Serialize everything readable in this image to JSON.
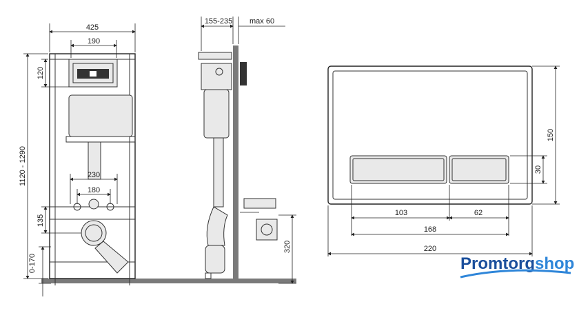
{
  "front_view": {
    "width_label": "425",
    "panel_width_label": "190",
    "height_label": "1120 - 1290",
    "top_offset_label": "120",
    "pipe_spacing_label": "230",
    "bolt_spacing_label": "180",
    "drain_height_label": "135",
    "leg_adjust_label": "0-170"
  },
  "side_view": {
    "depth_label": "155-235",
    "wall_label": "max 60",
    "outlet_height_label": "320"
  },
  "flush_plate": {
    "height_label": "150",
    "button_height_label": "30",
    "left_button_label": "103",
    "right_button_label": "62",
    "buttons_width_label": "168",
    "plate_width_label": "220"
  },
  "logo": {
    "brand_part1": "Promtorg",
    "brand_part2": "shop",
    "colors": {
      "primary": "#1b4f9c",
      "accent": "#2f86d9"
    }
  }
}
